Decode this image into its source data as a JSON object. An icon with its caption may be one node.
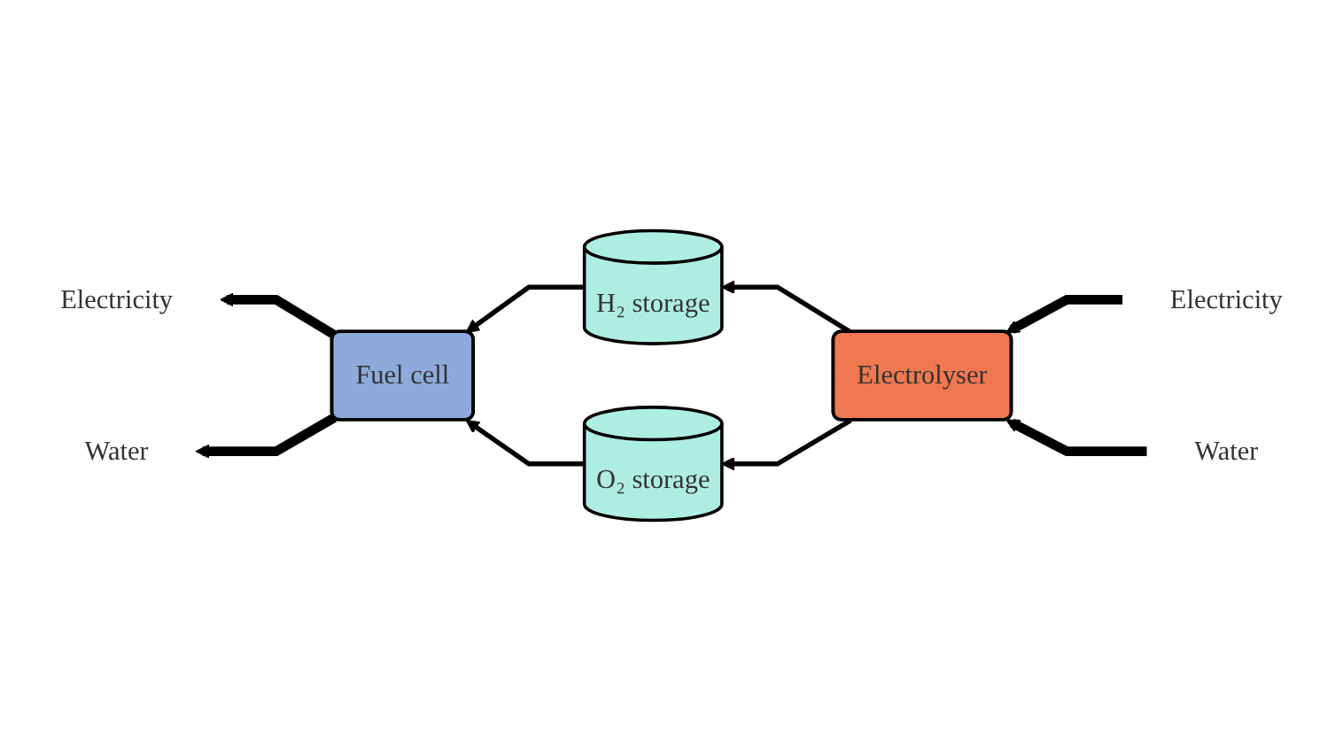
{
  "diagram": {
    "nodes": [
      {
        "text": [
          "H₂ storage"
        ]
      },
      {
        "text": [
          "Fuel cell"
        ]
      },
      {
        "text": [
          "Electrolyser"
        ]
      },
      {
        "text": [
          "O₂ storage"
        ]
      },
      {
        "text": [
          "Electricity"
        ]
      },
      {
        "text": [
          "Water"
        ]
      },
      {
        "text": [
          "Electricity"
        ]
      },
      {
        "text": [
          "Water"
        ]
      }
    ],
    "edges": [
      {
        "from": 2,
        "to": 0,
        "arrow": "to"
      },
      {
        "from": 0,
        "to": 1,
        "arrow": "to"
      },
      {
        "from": 2,
        "to": 3,
        "arrow": "to"
      },
      {
        "from": 3,
        "to": 1,
        "arrow": "to"
      },
      {
        "from": 1,
        "to": 4,
        "arrow": "to",
        "style": "thick"
      },
      {
        "from": 1,
        "to": 5,
        "arrow": "to",
        "style": "thick"
      },
      {
        "from": 6,
        "to": 2,
        "arrow": "to",
        "style": "thick"
      },
      {
        "from": 7,
        "to": 2,
        "arrow": "to",
        "style": "thick"
      }
    ]
  }
}
